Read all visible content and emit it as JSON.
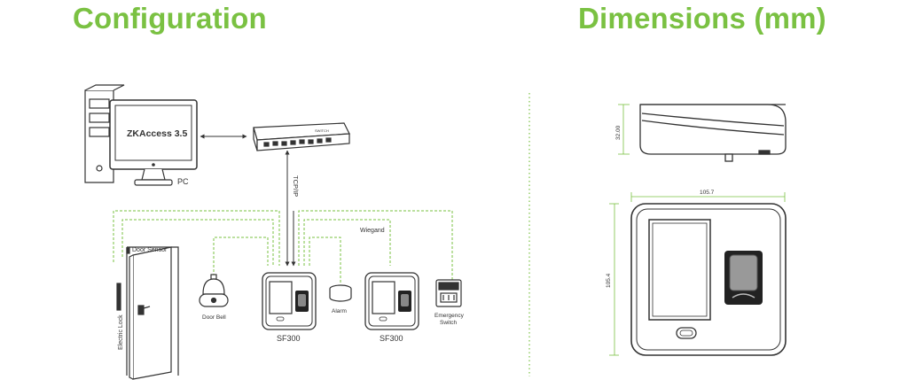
{
  "headings": {
    "configuration": "Configuration",
    "dimensions": "Dimensions (mm)"
  },
  "configuration": {
    "pc_screen_text": "ZKAccess 3.5",
    "pc_label": "PC",
    "switch_text": "SWITCH",
    "link_label": "TCP/IP",
    "wiegand_label": "Wiegand",
    "door_sensor_label": "Door Sensor",
    "electric_lock_label": "Electric Lock",
    "door_bell_label": "Door Bell",
    "alarm_label": "Alarm",
    "device_label_1": "SF300",
    "device_label_2": "SF300",
    "emergency_switch_label_line1": "Emergency",
    "emergency_switch_label_line2": "Switch"
  },
  "dimensions": {
    "height_label": "32.00",
    "width_label": "105.7",
    "length_label": "105.4"
  },
  "colors": {
    "accent": "#7ac142",
    "line": "#333333",
    "connection": "#7ac142"
  }
}
